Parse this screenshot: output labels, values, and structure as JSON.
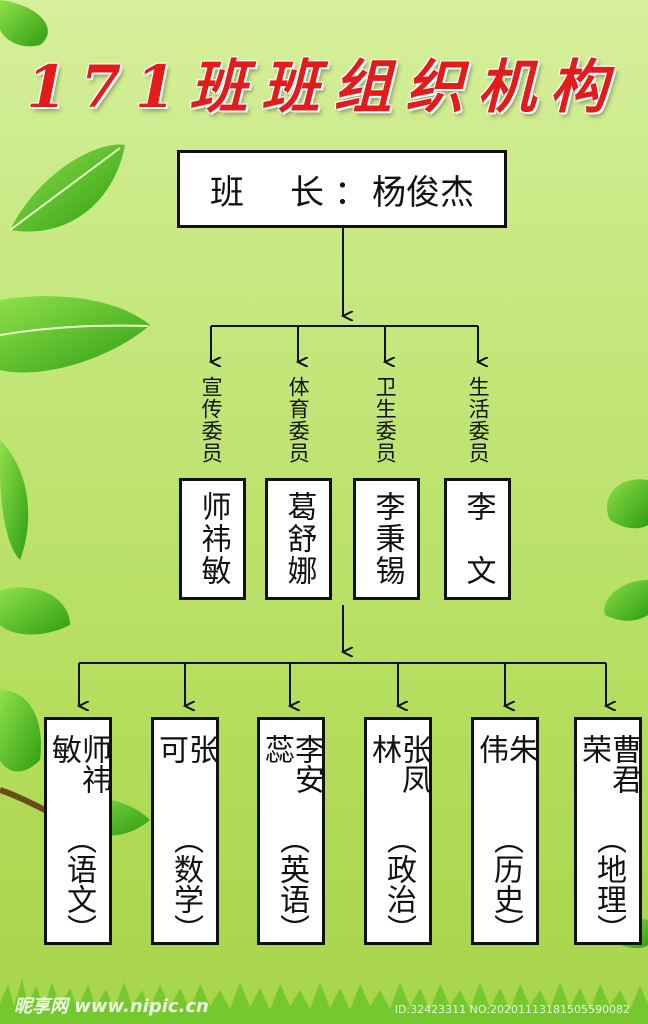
{
  "title": "171班班组织机构",
  "leader": {
    "role": "班　长",
    "separator": "：",
    "name": "杨俊杰"
  },
  "committees": [
    {
      "label": "宣传委员",
      "name": "师祎敏"
    },
    {
      "label": "体育委员",
      "name": "葛舒娜"
    },
    {
      "label": "卫生委员",
      "name": "李秉锡"
    },
    {
      "label": "生活委员",
      "name": "李　文"
    }
  ],
  "representatives": [
    {
      "name": "师祎敏",
      "subject": "（语文）"
    },
    {
      "name": "张　可",
      "subject": "（数学）"
    },
    {
      "name": "李安蕊",
      "subject": "（英语）"
    },
    {
      "name": "张凤林",
      "subject": "（政治）"
    },
    {
      "name": "朱　伟",
      "subject": "（历史）"
    },
    {
      "name": "曹君荣",
      "subject": "（地理）"
    }
  ],
  "watermark": {
    "brand": "昵享网 www.nipic.cn",
    "id": "ID:32423311 NO:20201113181505590082"
  },
  "colors": {
    "title": "#e21b1b",
    "line": "#111111",
    "leaf": "#5cc21f"
  }
}
